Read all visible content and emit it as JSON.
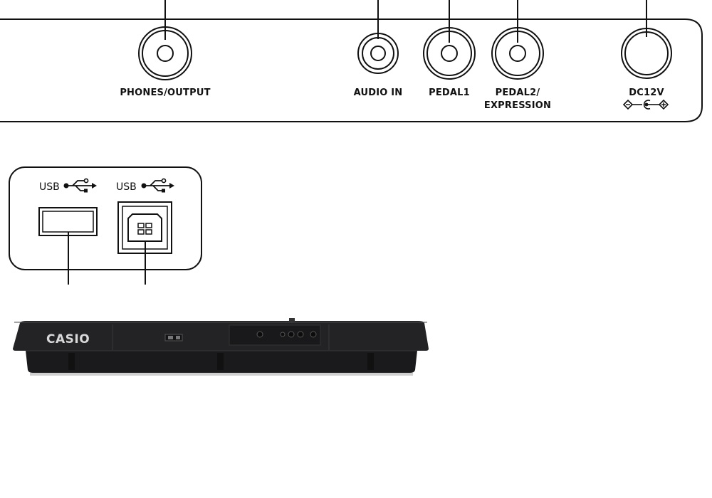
{
  "jacks": {
    "phones_output": "PHONES/OUTPUT",
    "audio_in": "AUDIO IN",
    "pedal1": "PEDAL1",
    "pedal2_line1": "PEDAL2/",
    "pedal2_line2": "EXPRESSION",
    "dc12v": "DC12V"
  },
  "usb": {
    "port_a_label": "USB",
    "port_b_label": "USB"
  },
  "keyboard": {
    "brand": "CASIO"
  },
  "icons": {
    "usb": "usb-trident-icon",
    "dc_polarity": "dc-polarity-icon"
  },
  "colors": {
    "line": "#111111",
    "keyboard_body": "#1f1f21",
    "background": "#ffffff"
  }
}
